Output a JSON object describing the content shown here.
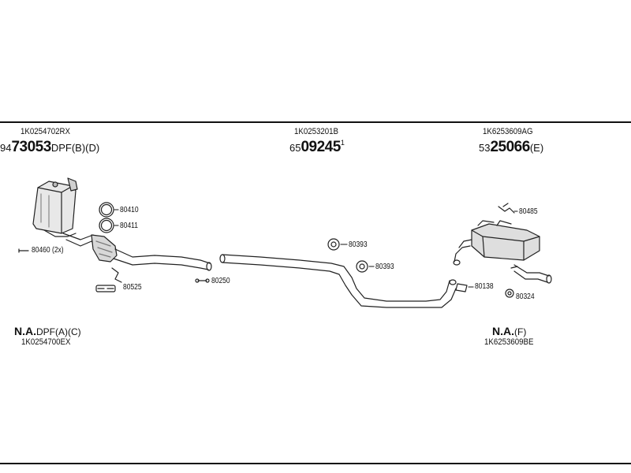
{
  "sections": [
    {
      "oem": "1K0254702RX",
      "prefix": "94",
      "number": "73053",
      "suffix": "DPF(B)(D)"
    },
    {
      "oem": "1K0253201B",
      "prefix": "65",
      "number": "09245",
      "suffix": "1"
    },
    {
      "oem": "1K6253609AG",
      "prefix": "53",
      "number": "25066",
      "suffix": "(E)"
    }
  ],
  "bottom_left": {
    "na": "N.A.",
    "suffix": "DPF(A)(C)",
    "oem": "1K0254700EX"
  },
  "bottom_right": {
    "na": "N.A.",
    "suffix": "(F)",
    "oem": "1K6253609BE"
  },
  "part_refs": {
    "r80410": "80410",
    "r80411": "80411",
    "r80460": "80460 (2x)",
    "r80525": "80525",
    "r80250": "80250",
    "r80393a": "80393",
    "r80393b": "80393",
    "r80138": "80138",
    "r80324": "80324",
    "r80485": "80485"
  }
}
